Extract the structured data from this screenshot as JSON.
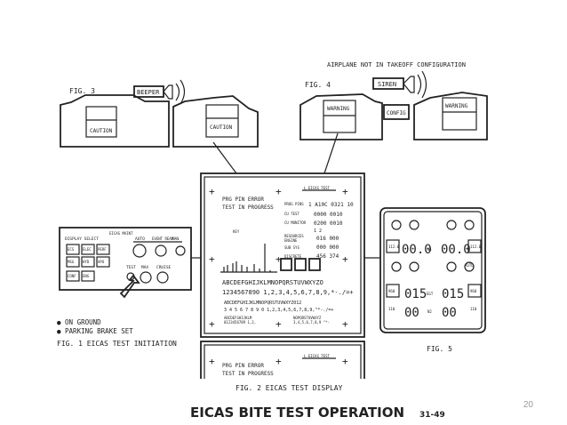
{
  "fig3": {
    "label": "FIG. 3",
    "beeper": "BEEPER",
    "caution_left": "CAUTION",
    "caution_right": "CAUTION"
  },
  "fig4": {
    "title": "AIRPLANE NOT IN TAKEOFF CONFIGURATION",
    "label": "FIG. 4",
    "siren": "SIREN",
    "warning_left": "WARNING",
    "config": "CONFIG",
    "warning_right": "WARNING"
  },
  "fig1": {
    "panel_title": "EICAS MAINT",
    "display_select": "DISPLAY SELECT",
    "auto": "AUTO",
    "event_record": "EVENT READ",
    "man": "MAN",
    "btn_eng": "ECS",
    "btn_stat": "ELEC",
    "btn_elec": "PERF",
    "btn_hyd": "MSG",
    "btn_apu": "HYD",
    "btn_perf": "APU",
    "btn_comp": "CONF",
    "btn_canc": "ENG",
    "test": "TEST",
    "max": "MAX",
    "cruise": "CRUISE",
    "cond1": "● ON GROUND",
    "cond2": "● PARKING BRAKE SET",
    "caption": "FIG. 1 EICAS TEST INITIATION"
  },
  "fig2": {
    "header": "L EICAS TEST",
    "prog_pin_error": "PRG PIN ERROR",
    "test_in_progress": "TEST IN PROGRESS",
    "prog_pins_label": "PROG PINS",
    "prog_pins_val": "1 A10C 0321 10",
    "cu_test_label": "CU TEST",
    "cu_test_val": "0000 0010",
    "cu_monitor_label": "CU MONITOR",
    "cu_monitor_val": "0200 0010",
    "col_headers": "1     2",
    "resources_label": "RESOURCES",
    "engine_label": "ENGINE",
    "engine_val": "016 000",
    "sub_sys_label": "SUB SYS",
    "sub_sys_val": "000 000",
    "discrete_label": "DISCRETE",
    "discrete_val": "456 374",
    "key": "KEY",
    "alpha1": "ABCDEFGHIJKLMNOPQRSTUVWXYZO",
    "alpha2": "1234567890 1,2,3,4,5,6,7,8,9,*-./=+",
    "alpha3": "ABCDEFGHIJKLMNOPQRSTUVWXYZ012",
    "alpha4": "3 4 5 6 7 8 9 0 1,2,3,4,5,6,7,8,9,\"*-./=+",
    "alpha5a": "ABCDEFGHIJKLM",
    "alpha5b": "0123456789 1,2,",
    "alpha6a": "NOPQRSTUVWXYZ",
    "alpha6b": "3,4,5,6,7,8,9 \"*-",
    "caption": "FIG. 2 EICAS TEST DISPLAY"
  },
  "fig5": {
    "side_val": "112.0",
    "n1_left": "00.0",
    "n1_label": "N1",
    "n1_right": "00.0",
    "auto": "AUTO",
    "egt_side": "960",
    "egt_left": "015",
    "egt_label": "EGT",
    "egt_right": "015",
    "n2_side": "110",
    "n2_left": "00",
    "n2_label": "N2",
    "n2_right": "00",
    "caption": "FIG. 5"
  },
  "footer": {
    "title": "EICAS BITE TEST OPERATION",
    "page_code": "31-49",
    "slide_number": "20"
  }
}
